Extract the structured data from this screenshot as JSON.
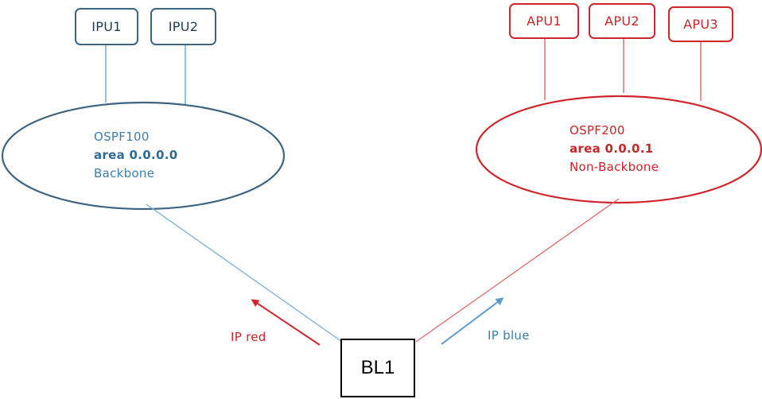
{
  "left_domain": {
    "units": [
      {
        "label": "IPU1"
      },
      {
        "label": "IPU2"
      }
    ],
    "ospf": {
      "name": "OSPF100",
      "area": "area 0.0.0.0",
      "type": "Backbone"
    },
    "color": "#3d6480"
  },
  "right_domain": {
    "units": [
      {
        "label": "APU1"
      },
      {
        "label": "APU2"
      },
      {
        "label": "APU3"
      }
    ],
    "ospf": {
      "name": "OSPF200",
      "area": "area 0.0.0.1",
      "type": "Non-Backbone"
    },
    "color": "#d0262b"
  },
  "center_node": {
    "label": "BL1"
  },
  "arrows": {
    "left_label": "IP red",
    "right_label": "IP blue",
    "left_color": "#d0262b",
    "right_color": "#5b9bd5"
  }
}
